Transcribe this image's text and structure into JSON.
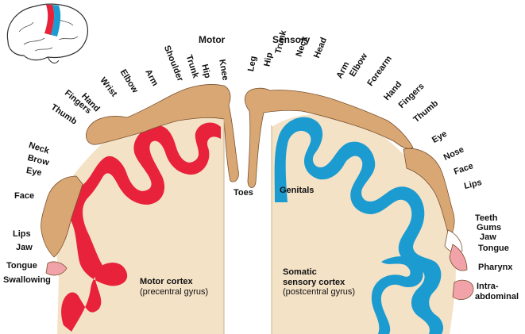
{
  "headers": {
    "motor": "Motor",
    "sensory": "Sensory"
  },
  "motor_labels": {
    "shoulder": "Shoulder",
    "trunk": "Trunk",
    "hip": "Hip",
    "knee": "Knee",
    "elbow": "Elbow",
    "arm": "Arm",
    "wrist": "Wrist",
    "hand": "Hand",
    "fingers": "Fingers",
    "thumb": "Thumb",
    "neck": "Neck",
    "brow": "Brow",
    "eye": "Eye",
    "face": "Face",
    "lips": "Lips",
    "jaw": "Jaw",
    "tongue": "Tongue",
    "swallowing": "Swallowing",
    "toes": "Toes"
  },
  "sensory_labels": {
    "leg": "Leg",
    "hip": "Hip",
    "trunk": "Trunk",
    "neck": "Neck",
    "head": "Head",
    "arm": "Arm",
    "elbow": "Elbow",
    "forearm": "Forearm",
    "hand": "Hand",
    "fingers": "Fingers",
    "thumb": "Thumb",
    "eye": "Eye",
    "nose": "Nose",
    "face": "Face",
    "lips": "Lips",
    "teeth": "Teeth",
    "gums": "Gums",
    "jaw": "Jaw",
    "tongue": "Tongue",
    "pharynx": "Pharynx",
    "intra_1": "Intra-",
    "intra_2": "abdominal",
    "genitals": "Genitals"
  },
  "captions": {
    "motor_title": "Motor cortex",
    "motor_sub": "(precentral gyrus)",
    "sensory_title_1": "Somatic",
    "sensory_title_2": "sensory cortex",
    "sensory_sub": "(postcentral gyrus)"
  },
  "colors": {
    "motor": "#e8223a",
    "sensory": "#1b9bd0",
    "tissue": "#f4e2c7",
    "homunculus": "#d9a774",
    "mouth": "#f2a3a9",
    "outline": "#5a3a1f"
  }
}
